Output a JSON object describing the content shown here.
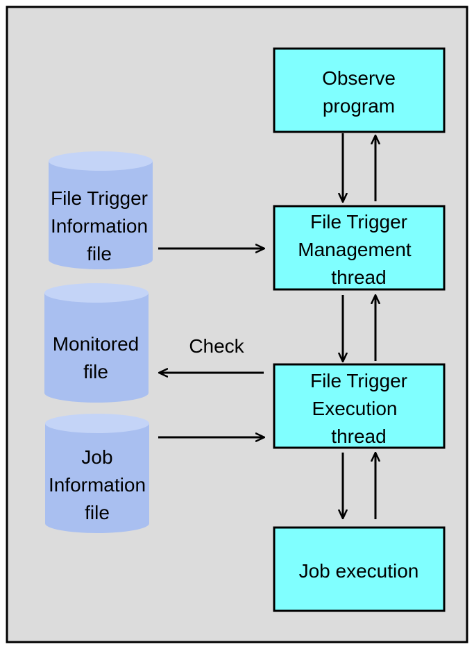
{
  "colors": {
    "panel_fill": "#dcdcdc",
    "panel_border": "#000000",
    "box_fill": "#80ffff",
    "box_border": "#000000",
    "cylinder_fill": "#a9bff0",
    "cylinder_top": "#c4d4f7",
    "arrow": "#000000"
  },
  "boxes": {
    "observe": {
      "line1": "Observe",
      "line2": "program"
    },
    "management": {
      "line1": "File Trigger",
      "line2": "Management",
      "line3": "thread"
    },
    "execution": {
      "line1": "File Trigger",
      "line2": "Execution",
      "line3": "thread"
    },
    "job_execution": {
      "line1": "Job execution"
    }
  },
  "cylinders": {
    "trigger_info": {
      "line1": "File Trigger",
      "line2": "Information",
      "line3": "file"
    },
    "monitored": {
      "line1": "Monitored",
      "line2": "file"
    },
    "job_info": {
      "line1": "Job",
      "line2": "Information",
      "line3": "file"
    }
  },
  "arrow_labels": {
    "check": "Check"
  }
}
